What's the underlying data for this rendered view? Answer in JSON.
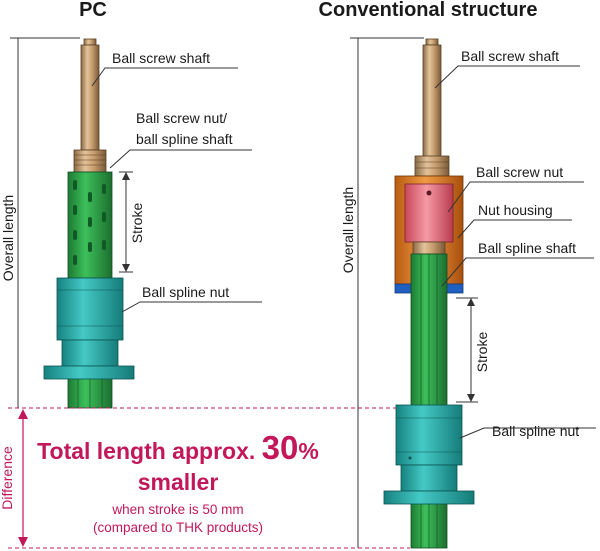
{
  "titles": {
    "left": "PC",
    "right": "Conventional structure"
  },
  "left_labels": {
    "ball_screw_shaft": "Ball screw shaft",
    "ball_screw_nut_line1": "Ball screw nut/",
    "ball_screw_nut_line2": "ball spline shaft",
    "stroke": "Stroke",
    "ball_spline_nut": "Ball spline nut",
    "overall_length": "Overall length"
  },
  "right_labels": {
    "ball_screw_shaft": "Ball screw shaft",
    "ball_screw_nut": "Ball screw nut",
    "nut_housing": "Nut housing",
    "ball_spline_shaft": "Ball spline shaft",
    "stroke": "Stroke",
    "ball_spline_nut": "Ball spline nut",
    "overall_length": "Overall length"
  },
  "comparison": {
    "difference": "Difference",
    "headline_prefix": "Total length approx. ",
    "headline_value": "30",
    "headline_unit": "%",
    "headline_suffix": "smaller",
    "note_line1": "when stroke is 50 mm",
    "note_line2": "(compared to THK products)"
  },
  "colors": {
    "accent": "#c2185b",
    "shaft_tan": "#c9a071",
    "spline_green": "#2e9e47",
    "nut_teal": "#2fb2b0",
    "screw_nut_pink": "#e46c7a",
    "housing_orange": "#e07a1f",
    "base_blue": "#1f5fbf"
  }
}
